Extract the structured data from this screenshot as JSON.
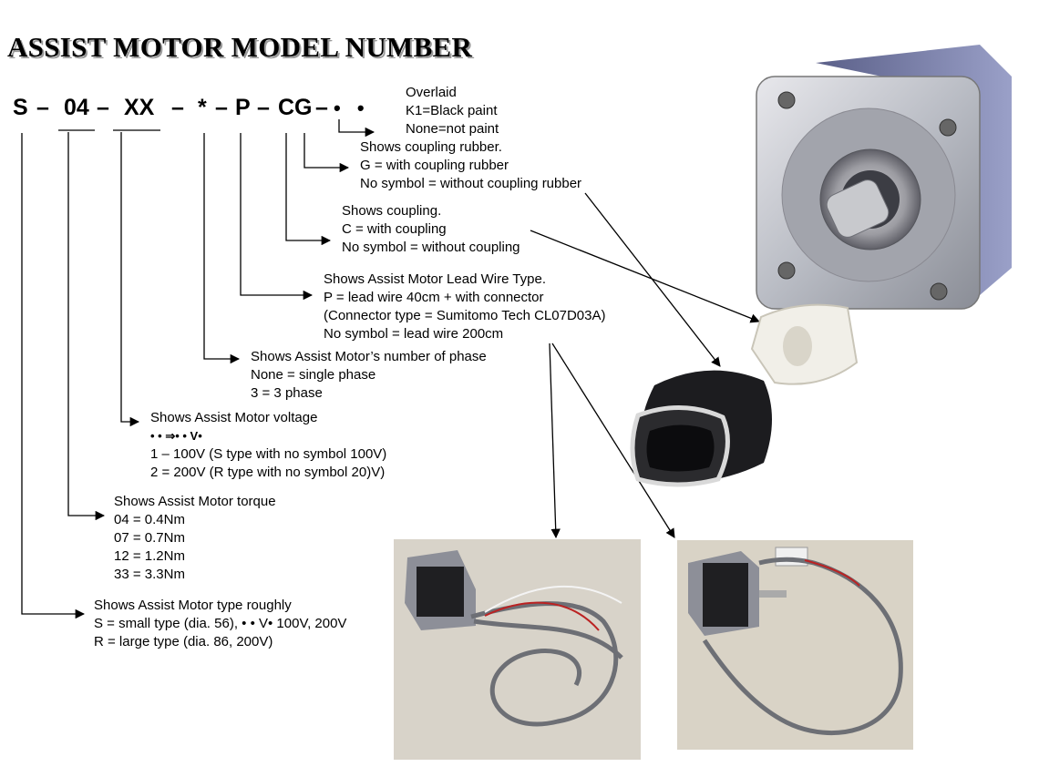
{
  "title": "ASSIST MOTOR MODEL NUMBER",
  "code": {
    "s": "S",
    "dash1": "–",
    "torque": "04",
    "dash2": "–",
    "voltage": "XX",
    "dash3": "–",
    "phase": "*",
    "dash4": "–",
    "lead": "P",
    "dash5": "–",
    "coupling": "CG",
    "dash6": "–",
    "paint": "• •"
  },
  "paint": {
    "lines": [
      "Overlaid",
      "K1=Black paint",
      "None=not paint"
    ]
  },
  "rubber": {
    "lines": [
      "Shows coupling rubber.",
      "G = with coupling rubber",
      "No symbol = without coupling rubber"
    ]
  },
  "coupling": {
    "lines": [
      "Shows coupling.",
      "C = with coupling",
      "No symbol = without coupling"
    ]
  },
  "leadwire": {
    "lines": [
      "Shows Assist Motor Lead Wire Type.",
      "P = lead wire 40cm + with connector",
      "(Connector type = Sumitomo Tech CL07D03A)",
      "No symbol = lead wire 200cm"
    ]
  },
  "phase": {
    "lines": [
      "Shows Assist Motor’s number of phase",
      "None = single phase",
      "3 = 3 phase"
    ]
  },
  "voltage": {
    "lines": [
      "Shows Assist Motor voltage",
      "• • ⇒• • V•",
      "1 – 100V (S type with no symbol 100V)",
      "2 = 200V (R type with no symbol 20)V)"
    ]
  },
  "torque": {
    "lines": [
      "Shows Assist Motor torque",
      "04 = 0.4Nm",
      "07 = 0.7Nm",
      "12 = 1.2Nm",
      "33 = 3.3Nm"
    ]
  },
  "type": {
    "lines": [
      "Shows Assist Motor type roughly",
      "S = small type (dia. 56), • • V• 100V, 200V",
      "R = large type (dia. 86, 200V)"
    ]
  }
}
